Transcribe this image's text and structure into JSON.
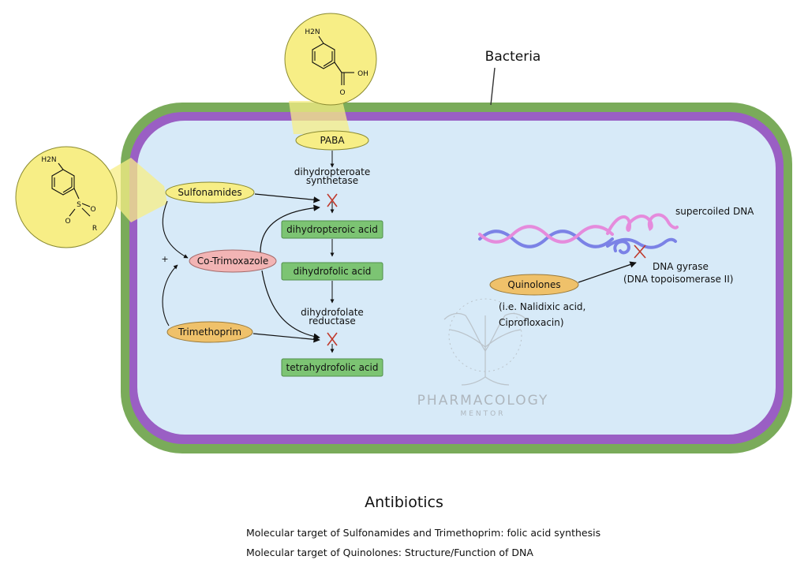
{
  "labels": {
    "bacteria": "Bacteria",
    "paba": "PABA",
    "sulfonamides": "Sulfonamides",
    "co_trimoxazole": "Co-Trimoxazole",
    "trimethoprim": "Trimethoprim",
    "plus_sign": "+",
    "enzyme_1_line1": "dihydropteroate",
    "enzyme_1_line2": "synthetase",
    "dihydropteroic_acid": "dihydropteroic acid",
    "dihydrofolic_acid": "dihydrofolic acid",
    "enzyme_2_line1": "dihydrofolate",
    "enzyme_2_line2": "reductase",
    "tetrahydrofolic_acid": "tetrahydrofolic acid",
    "supercoiled_dna": "supercoiled DNA",
    "dna_gyrase_line1": "DNA gyrase",
    "dna_gyrase_line2": "(DNA topoisomerase II)",
    "quinolones": "Quinolones",
    "quinolones_examples_line1": "(i.e. Nalidixic acid,",
    "quinolones_examples_line2": "Ciprofloxacin)",
    "watermark_line1": "PHARMACOLOGY",
    "watermark_line2": "MENTOR"
  },
  "structures": {
    "paba": {
      "amine": "H2N",
      "acid_oh": "OH",
      "acid_o": "O"
    },
    "sulfonamide": {
      "amine": "H2N",
      "sulfur": "S",
      "o_left": "O",
      "o_right": "O",
      "r_group": "R"
    }
  },
  "caption": {
    "title": "Antibiotics",
    "line1": "Molecular target of Sulfonamides and Trimethoprim: folic acid synthesis",
    "line2": "Molecular target of Quinolones: Structure/Function of DNA"
  },
  "colors": {
    "cell_wall_outer": "#7aab5a",
    "cell_wall_inner": "#9a5fc4",
    "cytoplasm": "#d7eaf8",
    "callout_fill": "#f7ee86",
    "callout_stroke": "#8a8a30",
    "drug_yellow": "#f7ee86",
    "drug_pink": "#f2b4b4",
    "drug_orange": "#efc16a",
    "product_green": "#7cc473",
    "inhibit_red": "#c0392b",
    "dna_pink": "#e58bdc",
    "dna_blue": "#7b82e6"
  }
}
